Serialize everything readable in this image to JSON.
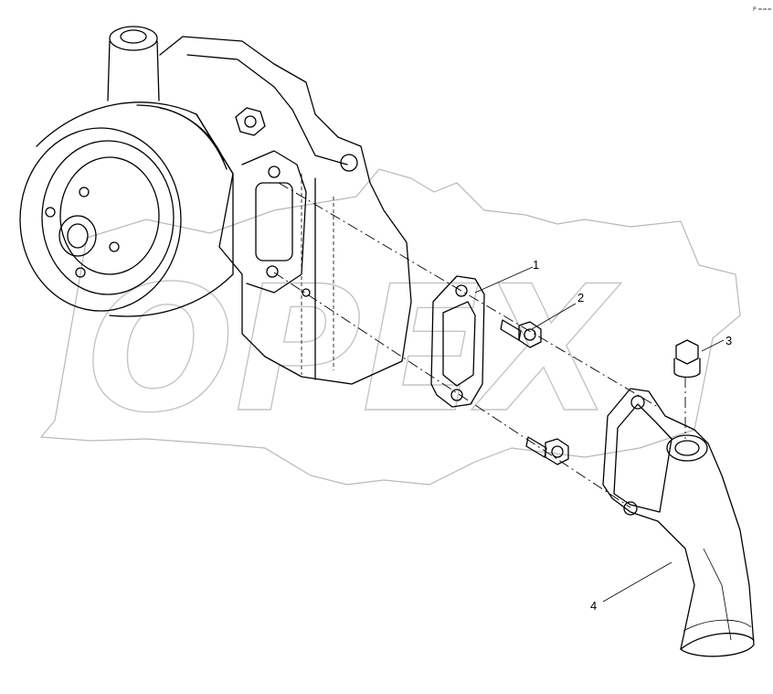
{
  "corner_mark": "P ===",
  "watermark_text": "OPEX",
  "callouts": [
    {
      "label": "1",
      "part": "gasket"
    },
    {
      "label": "2",
      "part": "bolt"
    },
    {
      "label": "3",
      "part": "plug"
    },
    {
      "label": "4",
      "part": "water outlet elbow"
    }
  ],
  "colors": {
    "line": "#000000",
    "watermark": "#c4c4c4",
    "background": "#ffffff"
  }
}
